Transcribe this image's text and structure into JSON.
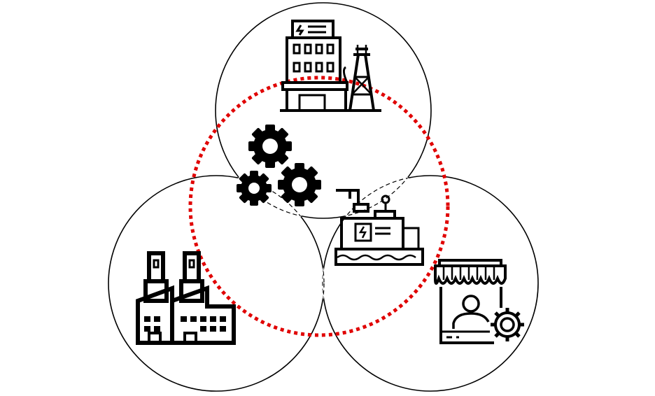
{
  "diagram": {
    "circles": [
      {
        "name": "top-circle",
        "icon": "power-plant-icon"
      },
      {
        "name": "left-circle",
        "icon": "factory-icon"
      },
      {
        "name": "right-circle",
        "icon": "shop-icon"
      }
    ],
    "center": {
      "name": "center-circle",
      "icon": "gears-icon"
    },
    "overlap_icon": "generator-icon",
    "colors": {
      "outline": "#000000",
      "center_ring": "#e00000",
      "overlap_dash": "#000000",
      "background": "#ffffff"
    }
  }
}
